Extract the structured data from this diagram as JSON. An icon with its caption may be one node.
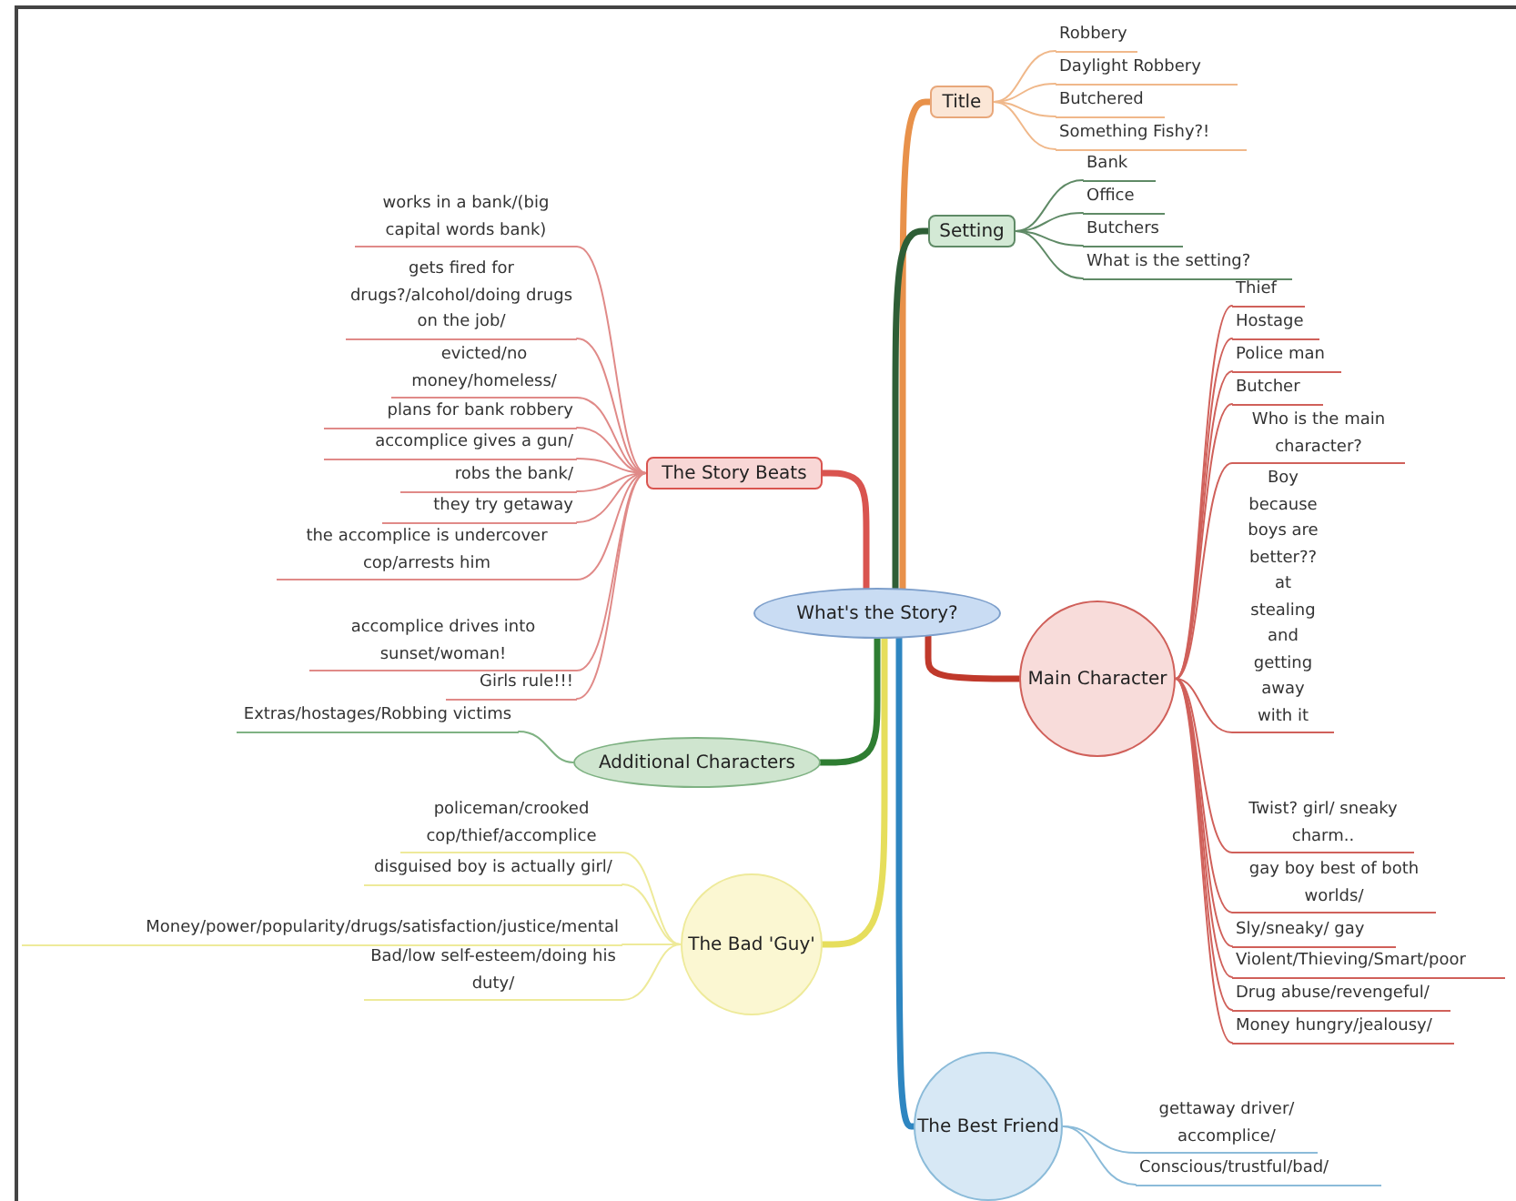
{
  "diagram": {
    "nodes": [
      {
        "text": [
          "What's the Story?"
        ]
      },
      {
        "text": [
          "Title"
        ]
      },
      {
        "text": [
          "Robbery"
        ]
      },
      {
        "text": [
          "Daylight Robbery"
        ]
      },
      {
        "text": [
          "Butchered"
        ]
      },
      {
        "text": [
          "Something Fishy?!"
        ]
      },
      {
        "text": [
          "Setting"
        ]
      },
      {
        "text": [
          "Bank"
        ]
      },
      {
        "text": [
          "Office"
        ]
      },
      {
        "text": [
          "Butchers"
        ]
      },
      {
        "text": [
          "What is the setting?"
        ]
      },
      {
        "text": [
          "The Story Beats"
        ]
      },
      {
        "text": [
          "works in a bank/(big capital words bank)"
        ]
      },
      {
        "text": [
          "gets fired for drugs?/alcohol/doing drugs on the job/"
        ]
      },
      {
        "text": [
          "evicted/no money/homeless/"
        ]
      },
      {
        "text": [
          "plans for bank robbery"
        ]
      },
      {
        "text": [
          "accomplice gives a gun/"
        ]
      },
      {
        "text": [
          "robs the bank/"
        ]
      },
      {
        "text": [
          "they try getaway"
        ]
      },
      {
        "text": [
          "the accomplice is undercover cop/arrests him"
        ]
      },
      {
        "text": [
          "accomplice drives into sunset/woman!"
        ]
      },
      {
        "text": [
          "Girls rule!!!"
        ]
      },
      {
        "text": [
          "Main Character"
        ]
      },
      {
        "text": [
          "Thief"
        ]
      },
      {
        "text": [
          "Hostage"
        ]
      },
      {
        "text": [
          "Police man"
        ]
      },
      {
        "text": [
          "Butcher"
        ]
      },
      {
        "text": [
          "Who is the main character?"
        ]
      },
      {
        "text": [
          "Boy because boys are better?? at stealing and getting away with it"
        ]
      },
      {
        "text": [
          "Twist? girl/ sneaky charm.."
        ]
      },
      {
        "text": [
          "gay boy best of both worlds/"
        ]
      },
      {
        "text": [
          "Sly/sneaky/ gay"
        ]
      },
      {
        "text": [
          "Violent/Thieving/Smart/poor"
        ]
      },
      {
        "text": [
          "Drug abuse/revengeful/"
        ]
      },
      {
        "text": [
          "Money hungry/jealousy/"
        ]
      },
      {
        "text": [
          "Additional Characters"
        ]
      },
      {
        "text": [
          "Extras/hostages/Robbing victims"
        ]
      },
      {
        "text": [
          "The Bad 'Guy'"
        ]
      },
      {
        "text": [
          "policeman/crooked cop/thief/accomplice"
        ]
      },
      {
        "text": [
          "disguised boy is actually girl/"
        ]
      },
      {
        "text": [
          "Money/power/popularity/drugs/satisfaction/justice/mental"
        ]
      },
      {
        "text": [
          "Bad/low self-esteem/doing his duty/"
        ]
      },
      {
        "text": [
          "The Best Friend"
        ]
      },
      {
        "text": [
          "gettaway driver/ accomplice/"
        ]
      },
      {
        "text": [
          "Conscious/trustful/bad/"
        ]
      }
    ],
    "edges": [
      {
        "from": 0,
        "to": 1,
        "arrow": "none",
        "style": "thick",
        "color": "#e8914a"
      },
      {
        "from": 1,
        "to": 2,
        "arrow": "none",
        "color": "#f0b88a"
      },
      {
        "from": 1,
        "to": 3,
        "arrow": "none",
        "color": "#f0b88a"
      },
      {
        "from": 1,
        "to": 4,
        "arrow": "none",
        "color": "#f0b88a"
      },
      {
        "from": 1,
        "to": 5,
        "arrow": "none",
        "color": "#f0b88a"
      },
      {
        "from": 0,
        "to": 6,
        "arrow": "none",
        "style": "thick",
        "color": "#2e5e36"
      },
      {
        "from": 6,
        "to": 7,
        "arrow": "none",
        "color": "#5f8a66"
      },
      {
        "from": 6,
        "to": 8,
        "arrow": "none",
        "color": "#5f8a66"
      },
      {
        "from": 6,
        "to": 9,
        "arrow": "none",
        "color": "#5f8a66"
      },
      {
        "from": 6,
        "to": 10,
        "arrow": "none",
        "color": "#5f8a66"
      },
      {
        "from": 0,
        "to": 11,
        "arrow": "none",
        "style": "thick",
        "color": "#d9544f"
      },
      {
        "from": 11,
        "to": 12,
        "arrow": "none",
        "color": "#e08a88"
      },
      {
        "from": 11,
        "to": 13,
        "arrow": "none",
        "color": "#e08a88"
      },
      {
        "from": 11,
        "to": 14,
        "arrow": "none",
        "color": "#e08a88"
      },
      {
        "from": 11,
        "to": 15,
        "arrow": "none",
        "color": "#e08a88"
      },
      {
        "from": 11,
        "to": 16,
        "arrow": "none",
        "color": "#e08a88"
      },
      {
        "from": 11,
        "to": 17,
        "arrow": "none",
        "color": "#e08a88"
      },
      {
        "from": 11,
        "to": 18,
        "arrow": "none",
        "color": "#e08a88"
      },
      {
        "from": 11,
        "to": 19,
        "arrow": "none",
        "color": "#e08a88"
      },
      {
        "from": 11,
        "to": 20,
        "arrow": "none",
        "color": "#e08a88"
      },
      {
        "from": 11,
        "to": 21,
        "arrow": "none",
        "color": "#e08a88"
      },
      {
        "from": 0,
        "to": 22,
        "arrow": "none",
        "style": "thick",
        "color": "#c0392b"
      },
      {
        "from": 22,
        "to": 23,
        "arrow": "none",
        "color": "#d0605a"
      },
      {
        "from": 22,
        "to": 24,
        "arrow": "none",
        "color": "#d0605a"
      },
      {
        "from": 22,
        "to": 25,
        "arrow": "none",
        "color": "#d0605a"
      },
      {
        "from": 22,
        "to": 26,
        "arrow": "none",
        "color": "#d0605a"
      },
      {
        "from": 22,
        "to": 27,
        "arrow": "none",
        "color": "#d0605a"
      },
      {
        "from": 22,
        "to": 28,
        "arrow": "none",
        "color": "#d0605a"
      },
      {
        "from": 22,
        "to": 29,
        "arrow": "none",
        "color": "#d0605a"
      },
      {
        "from": 22,
        "to": 30,
        "arrow": "none",
        "color": "#d0605a"
      },
      {
        "from": 22,
        "to": 31,
        "arrow": "none",
        "color": "#d0605a"
      },
      {
        "from": 22,
        "to": 32,
        "arrow": "none",
        "color": "#d0605a"
      },
      {
        "from": 22,
        "to": 33,
        "arrow": "none",
        "color": "#d0605a"
      },
      {
        "from": 22,
        "to": 34,
        "arrow": "none",
        "color": "#d0605a"
      },
      {
        "from": 0,
        "to": 35,
        "arrow": "none",
        "style": "thick",
        "color": "#2e7d32"
      },
      {
        "from": 35,
        "to": 36,
        "arrow": "none",
        "color": "#7fb283"
      },
      {
        "from": 0,
        "to": 37,
        "arrow": "none",
        "style": "thick",
        "color": "#e6de5c"
      },
      {
        "from": 37,
        "to": 38,
        "arrow": "none",
        "color": "#eeea9a"
      },
      {
        "from": 37,
        "to": 39,
        "arrow": "none",
        "color": "#eeea9a"
      },
      {
        "from": 37,
        "to": 40,
        "arrow": "none",
        "color": "#eeea9a"
      },
      {
        "from": 37,
        "to": 41,
        "arrow": "none",
        "color": "#eeea9a"
      },
      {
        "from": 0,
        "to": 42,
        "arrow": "none",
        "style": "thick",
        "color": "#2e86c1"
      },
      {
        "from": 42,
        "to": 43,
        "arrow": "none",
        "color": "#8bbbd9"
      },
      {
        "from": 42,
        "to": 44,
        "arrow": "none",
        "color": "#8bbbd9"
      }
    ]
  }
}
